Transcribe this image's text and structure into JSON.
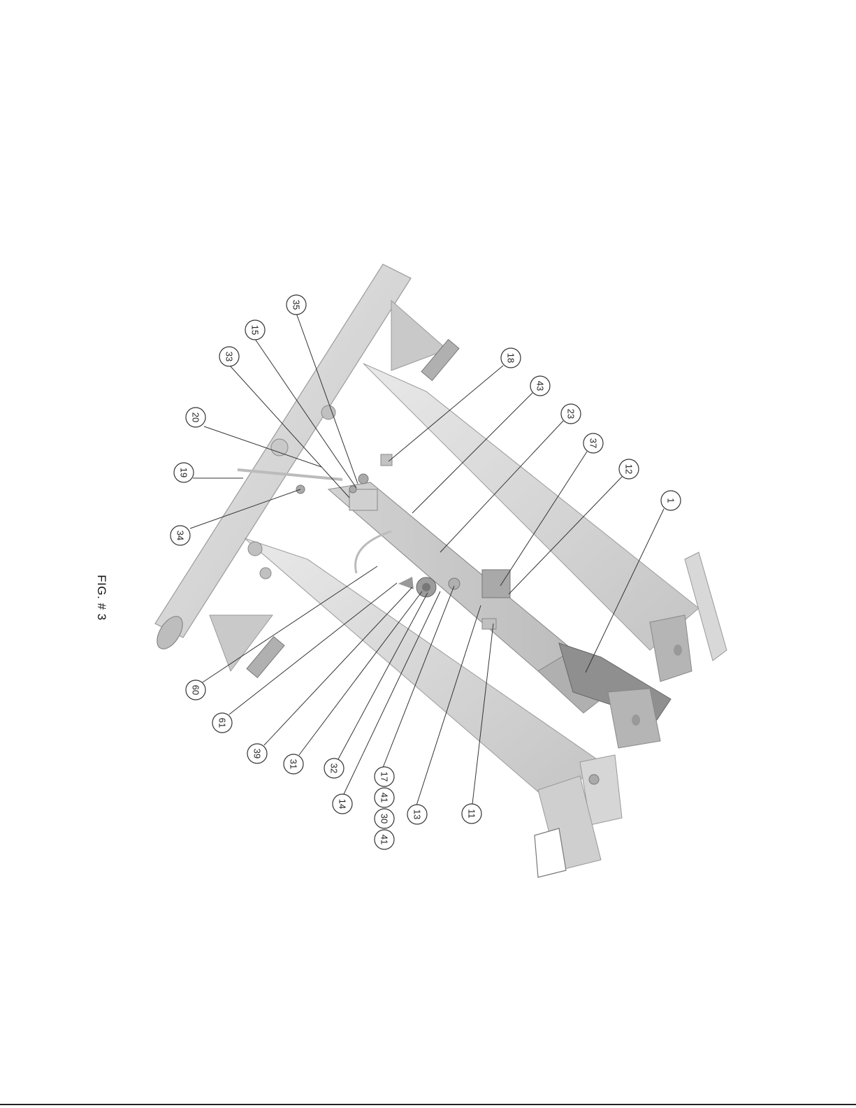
{
  "caption": "FIG. # 3",
  "callouts": [
    {
      "label": "35"
    },
    {
      "label": "15"
    },
    {
      "label": "33"
    },
    {
      "label": "20"
    },
    {
      "label": "19"
    },
    {
      "label": "34"
    },
    {
      "label": "18"
    },
    {
      "label": "43"
    },
    {
      "label": "23"
    },
    {
      "label": "37"
    },
    {
      "label": "12"
    },
    {
      "label": "1"
    },
    {
      "label": "60"
    },
    {
      "label": "61"
    },
    {
      "label": "39"
    },
    {
      "label": "31"
    },
    {
      "label": "32"
    },
    {
      "label": "14"
    },
    {
      "label": "17"
    },
    {
      "label": "41"
    },
    {
      "label": "30"
    },
    {
      "label": "41"
    },
    {
      "label": "13"
    },
    {
      "label": "11"
    }
  ]
}
